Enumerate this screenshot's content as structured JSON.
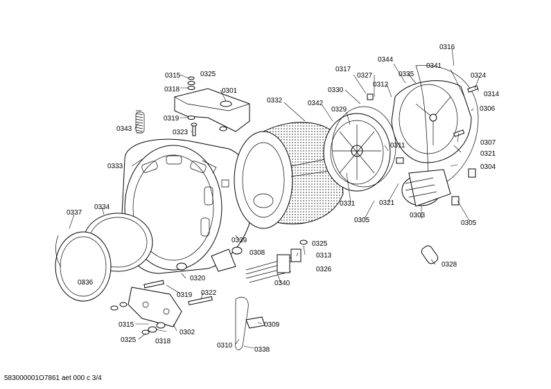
{
  "footer_text": "583000001O7861 aet 000 c 3/4",
  "callouts": [
    {
      "id": "c0315a",
      "text": "0315"
    },
    {
      "id": "c0325a",
      "text": "0325"
    },
    {
      "id": "c0318a",
      "text": "0318"
    },
    {
      "id": "c0301",
      "text": "0301"
    },
    {
      "id": "c0319a",
      "text": "0319"
    },
    {
      "id": "c0323",
      "text": "0323"
    },
    {
      "id": "c0343",
      "text": "0343"
    },
    {
      "id": "c0333",
      "text": "0333"
    },
    {
      "id": "c0332",
      "text": "0332"
    },
    {
      "id": "c0342",
      "text": "0342"
    },
    {
      "id": "c0330",
      "text": "0330"
    },
    {
      "id": "c0317",
      "text": "0317"
    },
    {
      "id": "c0327",
      "text": "0327"
    },
    {
      "id": "c0344",
      "text": "0344"
    },
    {
      "id": "c0312",
      "text": "0312"
    },
    {
      "id": "c0335",
      "text": "0335"
    },
    {
      "id": "c0341",
      "text": "0341"
    },
    {
      "id": "c0316",
      "text": "0316"
    },
    {
      "id": "c0324",
      "text": "0324"
    },
    {
      "id": "c0314",
      "text": "0314"
    },
    {
      "id": "c0306",
      "text": "0306"
    },
    {
      "id": "c0329",
      "text": "0329"
    },
    {
      "id": "c0311",
      "text": "0311"
    },
    {
      "id": "c0307",
      "text": "0307"
    },
    {
      "id": "c0321a",
      "text": "0321"
    },
    {
      "id": "c0304",
      "text": "0304"
    },
    {
      "id": "c0331",
      "text": "0331"
    },
    {
      "id": "c0321b",
      "text": "0321"
    },
    {
      "id": "c0305a",
      "text": "0305"
    },
    {
      "id": "c0303",
      "text": "0303"
    },
    {
      "id": "c0305b",
      "text": "0305"
    },
    {
      "id": "c0337",
      "text": "0337"
    },
    {
      "id": "c0334",
      "text": "0334"
    },
    {
      "id": "c0339",
      "text": "0339"
    },
    {
      "id": "c0308",
      "text": "0308"
    },
    {
      "id": "c0325b",
      "text": "0325"
    },
    {
      "id": "c0313",
      "text": "0313"
    },
    {
      "id": "c0326",
      "text": "0326"
    },
    {
      "id": "c0340",
      "text": "0340"
    },
    {
      "id": "c0328",
      "text": "0328"
    },
    {
      "id": "c0336",
      "text": "0336"
    },
    {
      "id": "c0320",
      "text": "0320"
    },
    {
      "id": "c0319b",
      "text": "0319"
    },
    {
      "id": "c0322",
      "text": "0322"
    },
    {
      "id": "c0315b",
      "text": "0315"
    },
    {
      "id": "c0302",
      "text": "0302"
    },
    {
      "id": "c0325c",
      "text": "0325"
    },
    {
      "id": "c0318b",
      "text": "0318"
    },
    {
      "id": "c0309",
      "text": "0309"
    },
    {
      "id": "c0310",
      "text": "0310"
    },
    {
      "id": "c0338",
      "text": "0338"
    }
  ]
}
